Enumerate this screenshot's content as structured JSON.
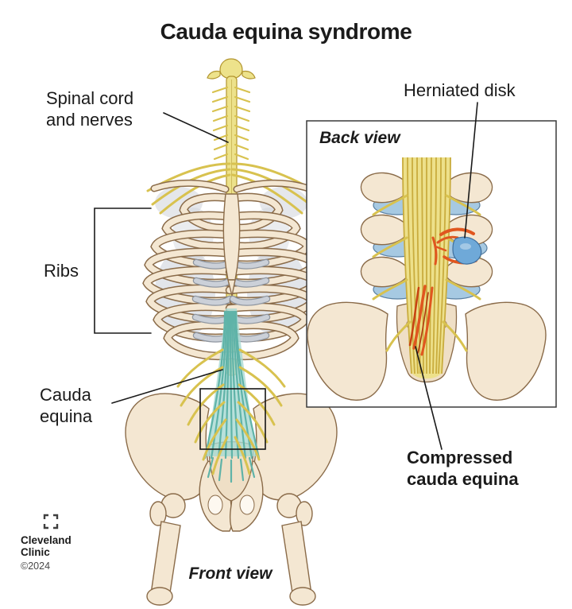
{
  "title": "Cauda equina syndrome",
  "views": {
    "front": {
      "caption": "Front view"
    },
    "back": {
      "caption": "Back view"
    }
  },
  "labels": {
    "spinal_cord_line1": "Spinal cord",
    "spinal_cord_line2": "and nerves",
    "ribs": "Ribs",
    "cauda_equina_line1": "Cauda",
    "cauda_equina_line2": "equina",
    "herniated_disk": "Herniated disk",
    "compressed_line1": "Compressed",
    "compressed_line2": "cauda equina"
  },
  "branding": {
    "logo_icon": "cleveland-clinic-square-mark",
    "name_line1": "Cleveland",
    "name_line2": "Clinic",
    "copyright": "©2024"
  },
  "colors": {
    "bone": "#F4E7D2",
    "bone2": "#EFDFC6",
    "bone_outline": "#8A6B49",
    "nerve_yellow": "#EDE28B",
    "nerve_outline": "#B2952F",
    "nerve_branch": "#D8C24F",
    "cartilage_gray": "#CBD0D8",
    "cauda_teal": "#A7DAD2",
    "cauda_teal_dark": "#5FB3A8",
    "band_yellow": "#EDE08A",
    "fiber_gold": "#C9AC3E",
    "disk_blue": "#6FA9D8",
    "disk_blue_light": "#A6C9E2",
    "disk_blue_outline": "#597FA0",
    "herniation_orange": "#E0561F",
    "pointer_black": "#1A1A1A"
  }
}
